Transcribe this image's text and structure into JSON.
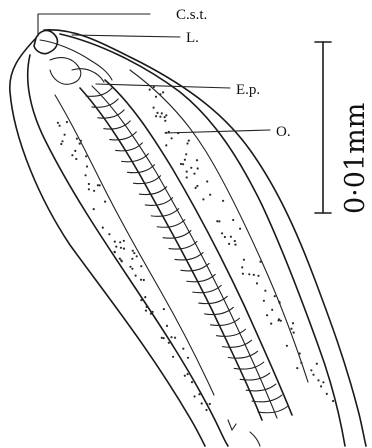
{
  "labels": {
    "cst": "C.s.t.",
    "l": "L.",
    "ep": "E.p.",
    "o": "O."
  },
  "scale_bar": {
    "text": "0·01mm"
  }
}
